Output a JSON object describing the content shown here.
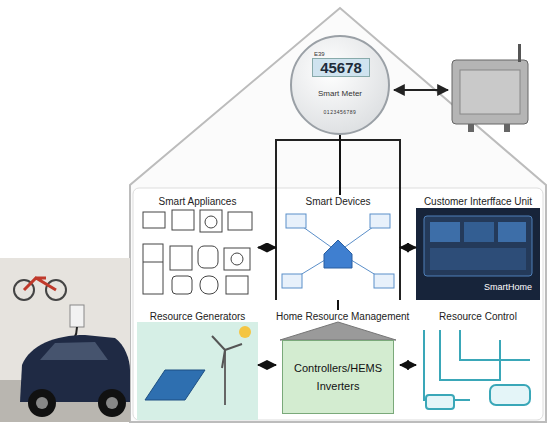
{
  "diagram": {
    "nodes": [
      {
        "text": [
          "E39",
          "45678",
          "Smart Meter",
          "0123456789"
        ]
      },
      {
        "text": [
          "Smart Appliances"
        ]
      },
      {
        "text": [
          "Smart Devices"
        ]
      },
      {
        "text": [
          "Customer Interfface Unit",
          "SmartHome"
        ]
      },
      {
        "text": [
          "Resource Generators"
        ]
      },
      {
        "text": [
          "Home Resource Management"
        ]
      },
      {
        "text": [
          "Controllers/HEMS",
          "Inverters"
        ],
        "in": 5
      },
      {
        "text": [
          "Resource Control"
        ]
      }
    ],
    "edges": [
      {
        "from": 0,
        "to": 2,
        "arrow": "none"
      },
      {
        "from": 2,
        "to": 5,
        "arrow": "none"
      },
      {
        "from": 1,
        "to": 2,
        "arrow": "both"
      },
      {
        "from": 2,
        "to": 3,
        "arrow": "both"
      },
      {
        "from": 4,
        "to": 5,
        "arrow": "both"
      },
      {
        "from": 5,
        "to": 7,
        "arrow": "both"
      }
    ]
  }
}
